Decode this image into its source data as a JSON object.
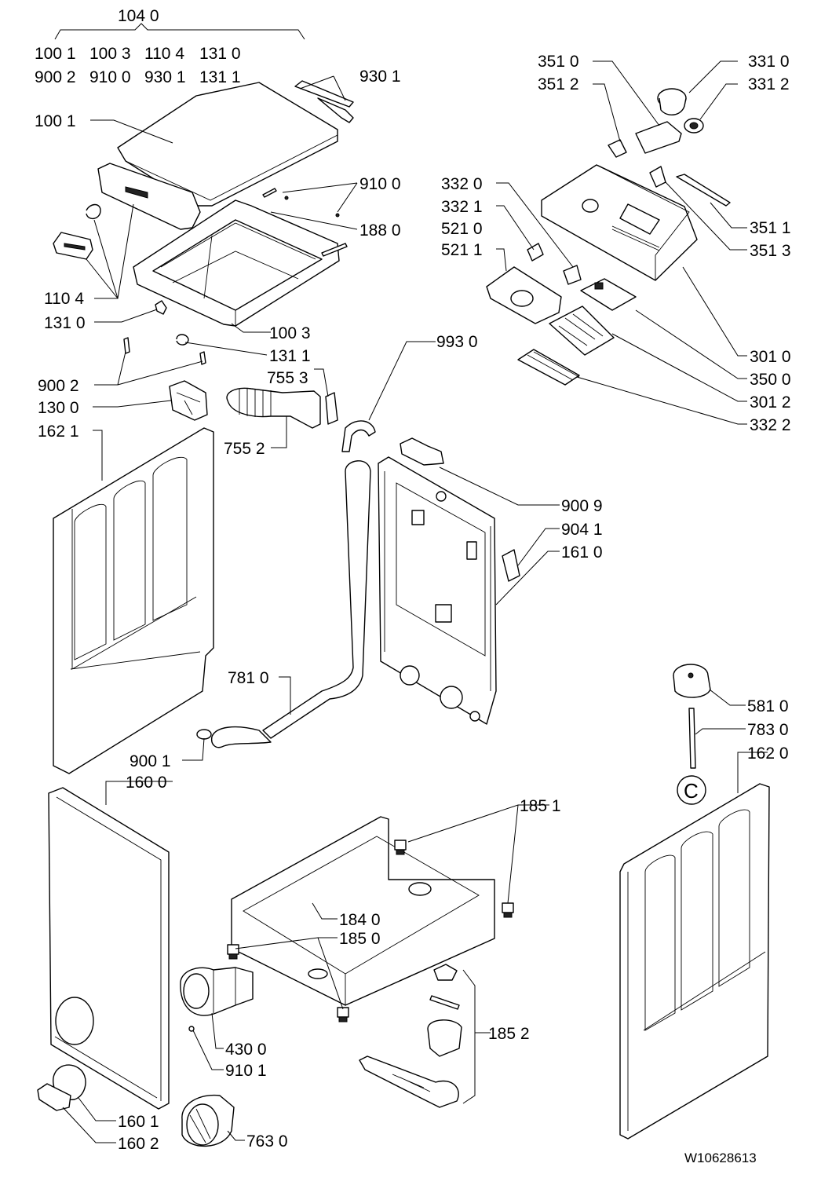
{
  "group": {
    "title": "104 0",
    "row1": [
      "100 1",
      "100 3",
      "110 4",
      "131 0"
    ],
    "row2": [
      "900 2",
      "910 0",
      "930 1",
      "131 1"
    ]
  },
  "labels": {
    "l9301": "930 1",
    "l1001": "100 1",
    "l9100": "910 0",
    "l1880": "188 0",
    "l1104": "110 4",
    "l1310": "131 0",
    "l1003": "100 3",
    "l1311": "131 1",
    "l9002": "900 2",
    "l7553": "755 3",
    "l1300": "130 0",
    "l1621": "162 1",
    "l7552": "755 2",
    "l3510": "351 0",
    "l3512": "351 2",
    "l3310": "331 0",
    "l3312": "331 2",
    "l3320": "332 0",
    "l3321": "332 1",
    "l5210": "521 0",
    "l5211": "521 1",
    "l3511": "351 1",
    "l3513": "351 3",
    "l9930": "993 0",
    "l3010": "301 0",
    "l3500": "350 0",
    "l3012": "301 2",
    "l3322": "332 2",
    "l9009": "900 9",
    "l9041": "904 1",
    "l1610": "161 0",
    "l7810": "781 0",
    "l5810": "581 0",
    "l7830": "783 0",
    "l9001": "900 1",
    "l1620": "162 0",
    "l1600": "160 0",
    "l1851": "185 1",
    "l1840": "184 0",
    "l1850": "185 0",
    "l1852": "185 2",
    "l4300": "430 0",
    "l9101": "910 1",
    "l1601": "160 1",
    "l1602": "160 2",
    "l7630": "763 0"
  },
  "callout": "C",
  "drawing_ref": "W10628613"
}
